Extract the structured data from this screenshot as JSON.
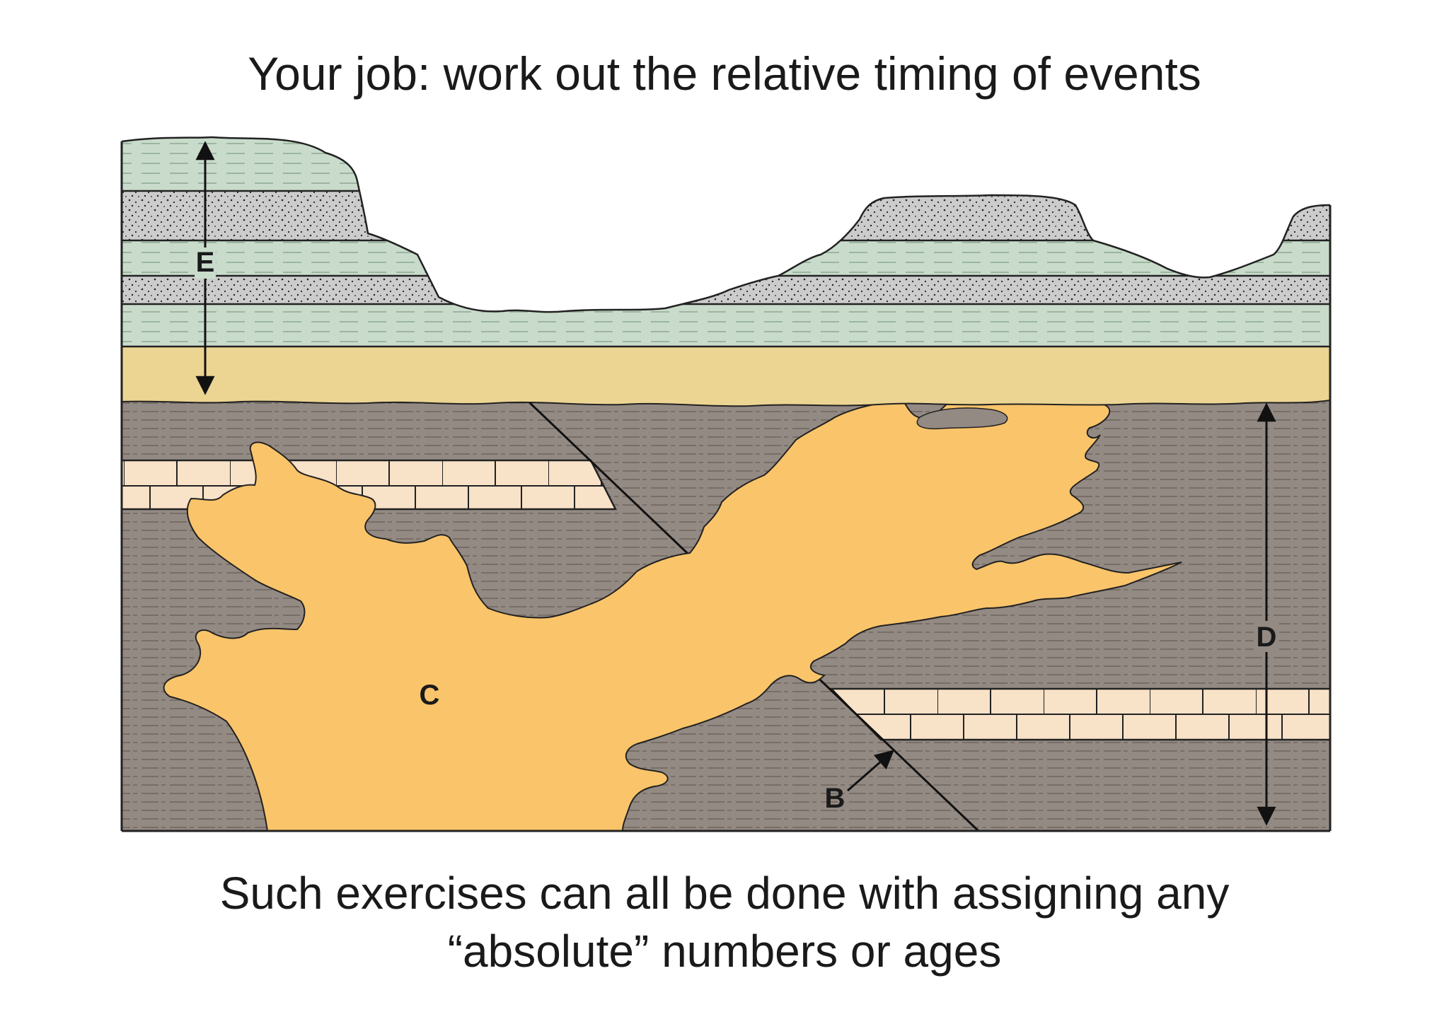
{
  "slide": {
    "title": "Your job: work out the relative timing of events",
    "caption_line1": "Such exercises can all be done with assigning any",
    "caption_line2": "“absolute” numbers or ages"
  },
  "diagram": {
    "labels": {
      "E": "E",
      "D": "D",
      "C": "C",
      "B": "B"
    },
    "colors": {
      "shale_green": "#c9dccb",
      "sandstone_gray": "#cccccc",
      "sandstone_yellow": "#ecd493",
      "basement_brown": "#948a84",
      "intrusion_orange": "#fac46a",
      "limestone_cream": "#f8e2c8",
      "line": "#111111"
    }
  }
}
